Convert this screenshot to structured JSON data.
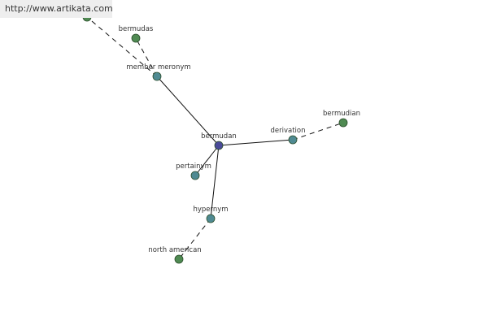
{
  "watermark": "http://www.artikata.com",
  "colors": {
    "center": "#4a4a9a",
    "relation": "#4f8a92",
    "leaf": "#4f8a52",
    "edge": "#111111",
    "stroke": "#2b4d2b"
  },
  "nodes": [
    {
      "id": "bermudan",
      "label": "bermudan",
      "kind": "center"
    },
    {
      "id": "member-meronym",
      "label": "member meronym",
      "kind": "relation"
    },
    {
      "id": "derivation",
      "label": "derivation",
      "kind": "relation"
    },
    {
      "id": "pertainym",
      "label": "pertainym",
      "kind": "relation"
    },
    {
      "id": "hypernym",
      "label": "hypernym",
      "kind": "relation"
    },
    {
      "id": "bermudas",
      "label": "bermudas",
      "kind": "leaf"
    },
    {
      "id": "offscreen-leaf",
      "label": "",
      "kind": "leaf"
    },
    {
      "id": "bermudian",
      "label": "bermudian",
      "kind": "leaf"
    },
    {
      "id": "north-american",
      "label": "north american",
      "kind": "leaf"
    }
  ],
  "edges": [
    {
      "from": "bermudan",
      "to": "member-meronym",
      "style": "solid"
    },
    {
      "from": "bermudan",
      "to": "derivation",
      "style": "solid"
    },
    {
      "from": "bermudan",
      "to": "pertainym",
      "style": "solid"
    },
    {
      "from": "bermudan",
      "to": "hypernym",
      "style": "solid"
    },
    {
      "from": "member-meronym",
      "to": "bermudas",
      "style": "dashed"
    },
    {
      "from": "member-meronym",
      "to": "offscreen-leaf",
      "style": "dashed"
    },
    {
      "from": "derivation",
      "to": "bermudian",
      "style": "dashed"
    },
    {
      "from": "hypernym",
      "to": "north-american",
      "style": "dashed"
    }
  ]
}
